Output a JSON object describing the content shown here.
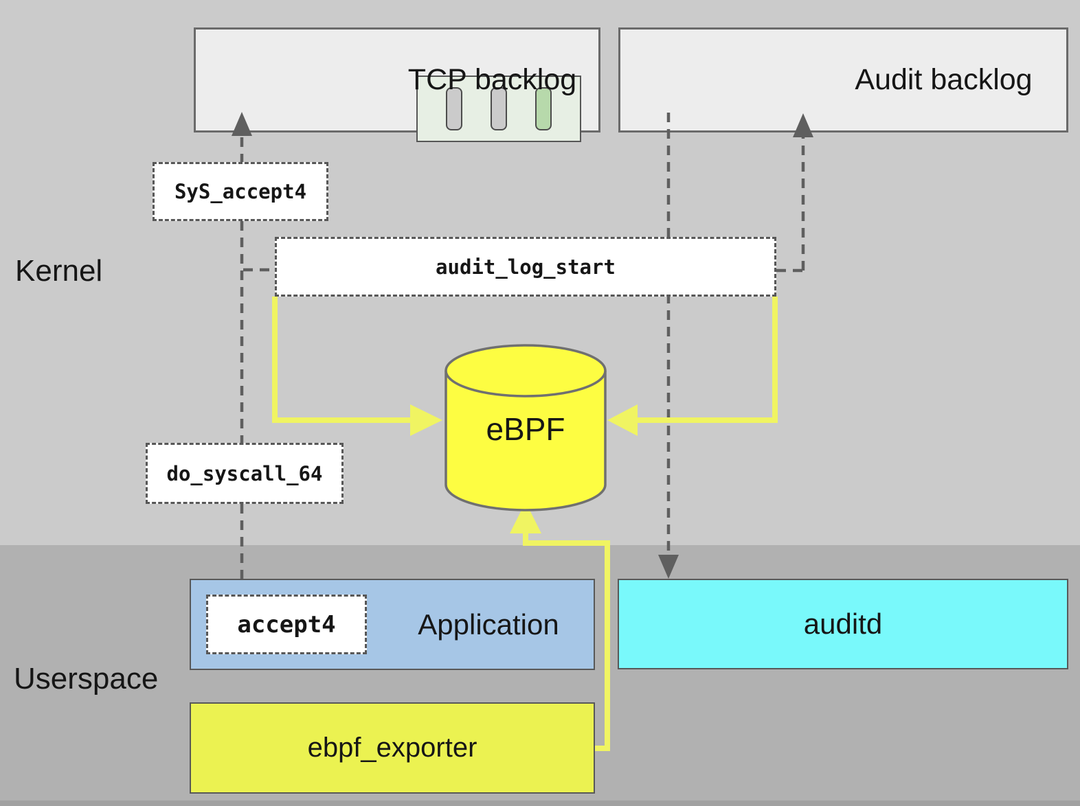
{
  "regions": {
    "kernel_label": "Kernel",
    "userspace_label": "Userspace"
  },
  "backlog_boxes": {
    "tcp": {
      "label": "TCP backlog"
    },
    "audit": {
      "label": "Audit backlog"
    }
  },
  "backlogs": {
    "tcp": [
      "gray",
      "gray",
      "green"
    ],
    "audit": [
      "gray",
      "gray",
      "gray",
      "gray",
      "gray",
      "orange"
    ]
  },
  "function_boxes": {
    "sys_accept4": {
      "label": "SyS_accept4"
    },
    "audit_log_start": {
      "label": "audit_log_start"
    },
    "do_syscall_64": {
      "label": "do_syscall_64"
    }
  },
  "nodes": {
    "ebpf": {
      "label": "eBPF"
    },
    "accept4": {
      "label": "accept4"
    },
    "application": {
      "label": "Application"
    },
    "auditd": {
      "label": "auditd"
    },
    "ebpf_exporter": {
      "label": "ebpf_exporter"
    }
  },
  "colors": {
    "kernel_bg": "#cbcbcb",
    "userspace_bg": "#b1b1b1",
    "ebpf_cylinder": "#fdfd42",
    "ebpf_exporter_box": "#ebf251",
    "application_box": "#a6c6e6",
    "auditd_box": "#79f9fb",
    "slot_green": "#b7d9ab",
    "slot_orange": "#f2a845",
    "slot_gray": "#cbcbcb",
    "yellow_arrow": "#f0f462",
    "dashed_line": "#5f5f5f"
  }
}
